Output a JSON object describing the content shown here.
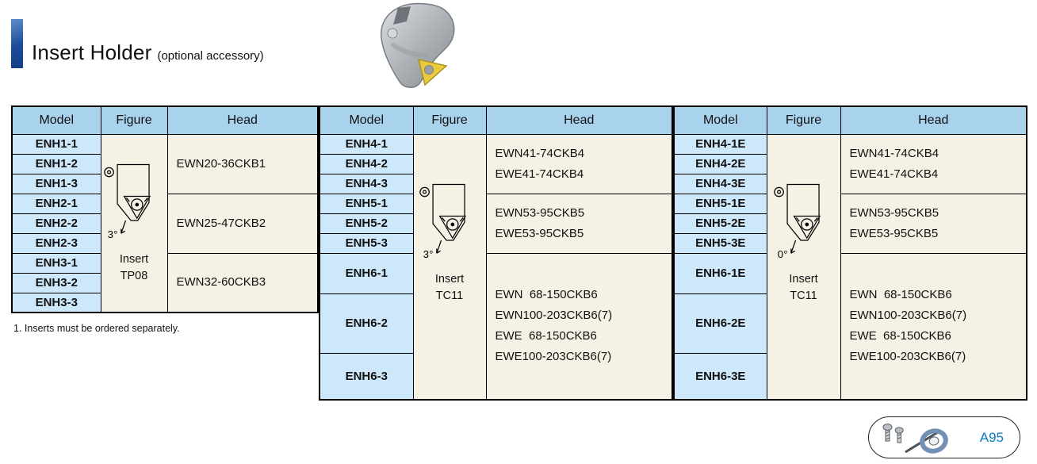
{
  "page": {
    "title": "Insert Holder",
    "subtitle": "(optional accessory)",
    "footnote": "1. Inserts must be ordered separately.",
    "page_ref": "A95"
  },
  "colors": {
    "accent_blue": "#1B4C9A",
    "header_bg": "#A9D2ED",
    "model_bg": "#CDE8FA",
    "panel_bg": "#F5F1E4",
    "link_blue": "#0A7AC4",
    "insert_yellow": "#E9CB3B"
  },
  "table": {
    "headers": {
      "model": "Model",
      "figure": "Figure",
      "head": "Head"
    },
    "groups": [
      {
        "figure": {
          "angle": "3°",
          "label": "Insert",
          "insert_type": "TP08"
        },
        "sections": [
          {
            "models": [
              "ENH1-1",
              "ENH1-2",
              "ENH1-3"
            ],
            "head": "EWN20-36CKB1"
          },
          {
            "models": [
              "ENH2-1",
              "ENH2-2",
              "ENH2-3"
            ],
            "head": "EWN25-47CKB2"
          },
          {
            "models": [
              "ENH3-1",
              "ENH3-2",
              "ENH3-3"
            ],
            "head": "EWN32-60CKB3"
          }
        ]
      },
      {
        "figure": {
          "angle": "3°",
          "label": "Insert",
          "insert_type": "TC11"
        },
        "sections": [
          {
            "models": [
              "ENH4-1",
              "ENH4-2",
              "ENH4-3"
            ],
            "head": "EWN41-74CKB4\nEWE41-74CKB4"
          },
          {
            "models": [
              "ENH5-1",
              "ENH5-2",
              "ENH5-3"
            ],
            "head": "EWN53-95CKB5\nEWE53-95CKB5"
          },
          {
            "models": [
              "ENH6-1",
              "ENH6-2",
              "ENH6-3"
            ],
            "head": "EWN  68-150CKB6\nEWN100-203CKB6(7)\nEWE  68-150CKB6\nEWE100-203CKB6(7)"
          }
        ]
      },
      {
        "figure": {
          "angle": "0°",
          "label": "Insert",
          "insert_type": "TC11"
        },
        "sections": [
          {
            "models": [
              "ENH4-1E",
              "ENH4-2E",
              "ENH4-3E"
            ],
            "head": "EWN41-74CKB4\nEWE41-74CKB4"
          },
          {
            "models": [
              "ENH5-1E",
              "ENH5-2E",
              "ENH5-3E"
            ],
            "head": "EWN53-95CKB5\nEWE53-95CKB5"
          },
          {
            "models": [
              "ENH6-1E",
              "ENH6-2E",
              "ENH6-3E"
            ],
            "head": "EWN  68-150CKB6\nEWN100-203CKB6(7)\nEWE  68-150CKB6\nEWE100-203CKB6(7)"
          }
        ]
      }
    ]
  }
}
